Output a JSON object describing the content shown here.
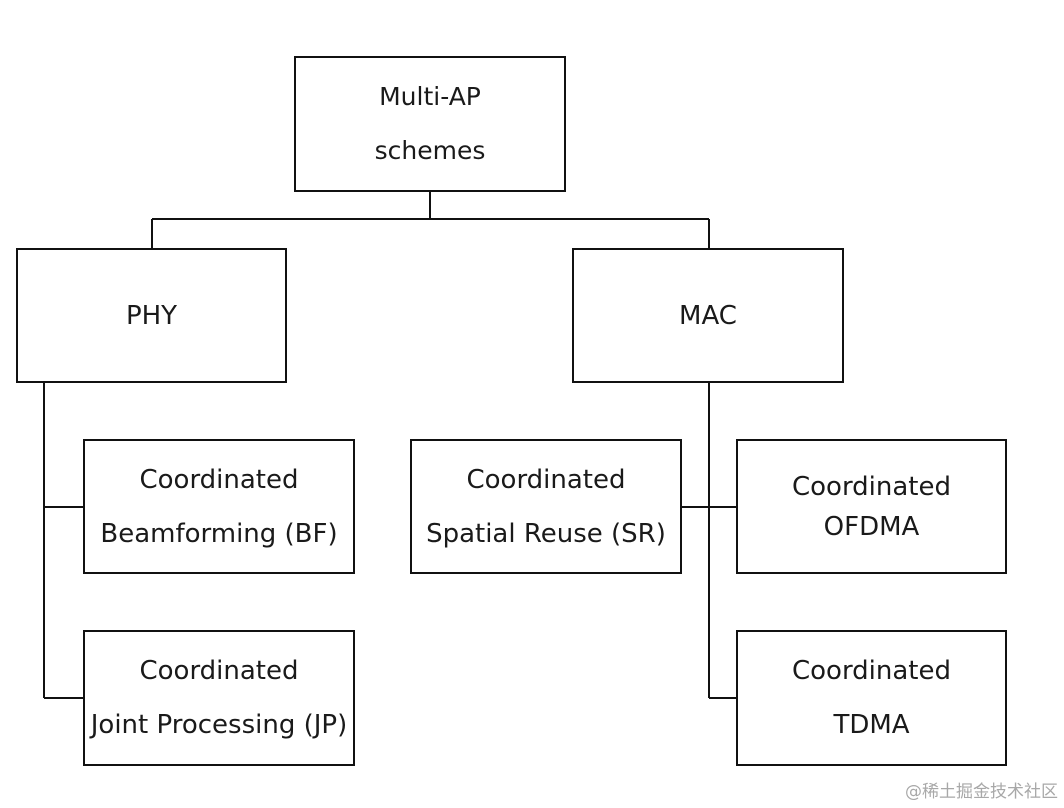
{
  "diagram": {
    "root": {
      "line1": "Multi-AP",
      "line2": "schemes"
    },
    "phy": {
      "label": "PHY"
    },
    "mac": {
      "label": "MAC"
    },
    "bf": {
      "line1": "Coordinated",
      "line2": "Beamforming (BF)"
    },
    "jp": {
      "line1": "Coordinated",
      "line2": "Joint Processing (JP)"
    },
    "sr": {
      "line1": "Coordinated",
      "line2": "Spatial Reuse (SR)"
    },
    "ofdma": {
      "line1": "Coordinated",
      "line2": "OFDMA"
    },
    "tdma": {
      "line1": "Coordinated",
      "line2": "TDMA"
    }
  },
  "watermark": "@稀土掘金技术社区",
  "colors": {
    "stroke": "#111111",
    "text": "#1a1a1a",
    "watermark": "#a8a8a8"
  }
}
